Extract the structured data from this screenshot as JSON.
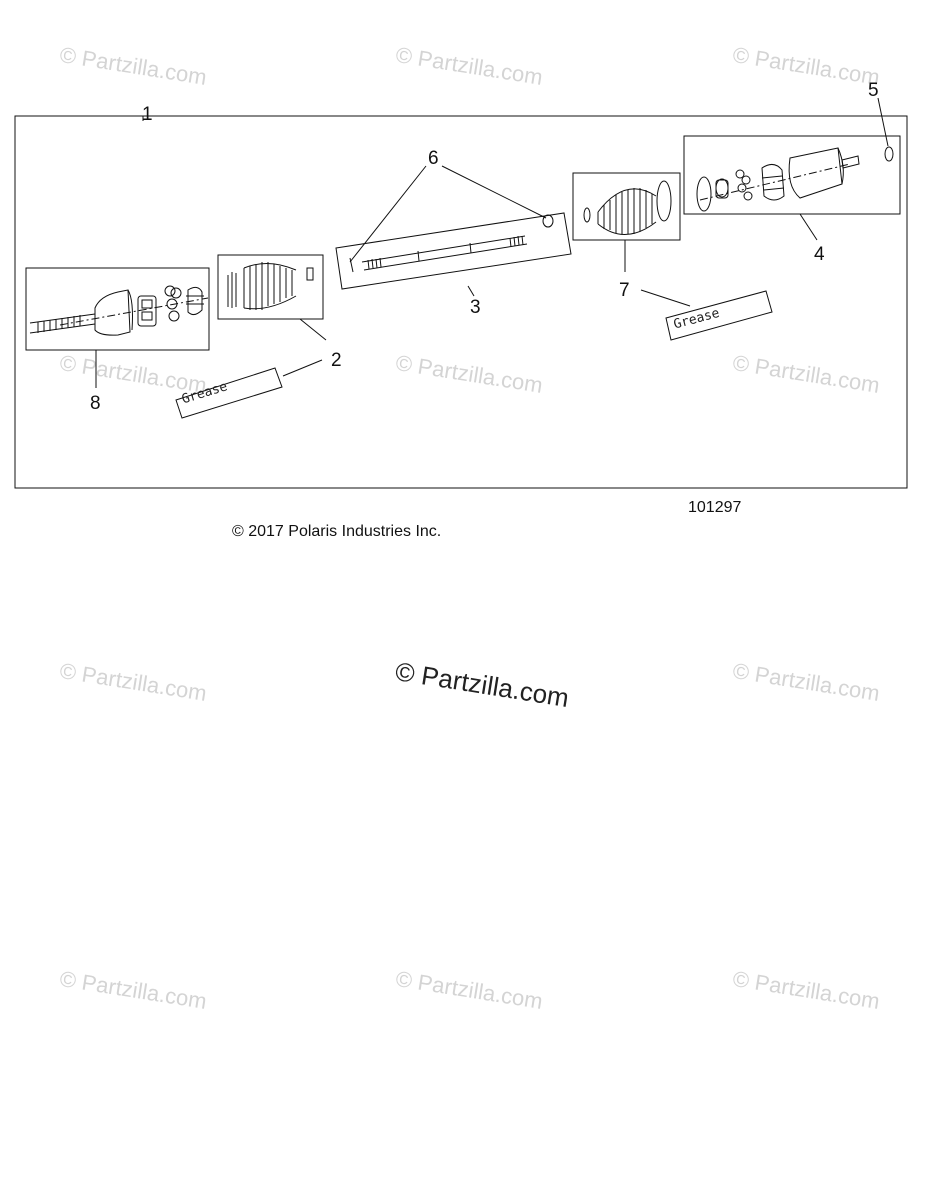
{
  "watermark": "© Partzilla.com",
  "callouts": {
    "n1": "1",
    "n2": "2",
    "n3": "3",
    "n4": "4",
    "n5": "5",
    "n6": "6",
    "n7": "7",
    "n8": "8"
  },
  "grease_left": "Grease",
  "grease_right": "Grease",
  "diagram_code": "101297",
  "copyright": "© 2017 Polaris Industries Inc."
}
